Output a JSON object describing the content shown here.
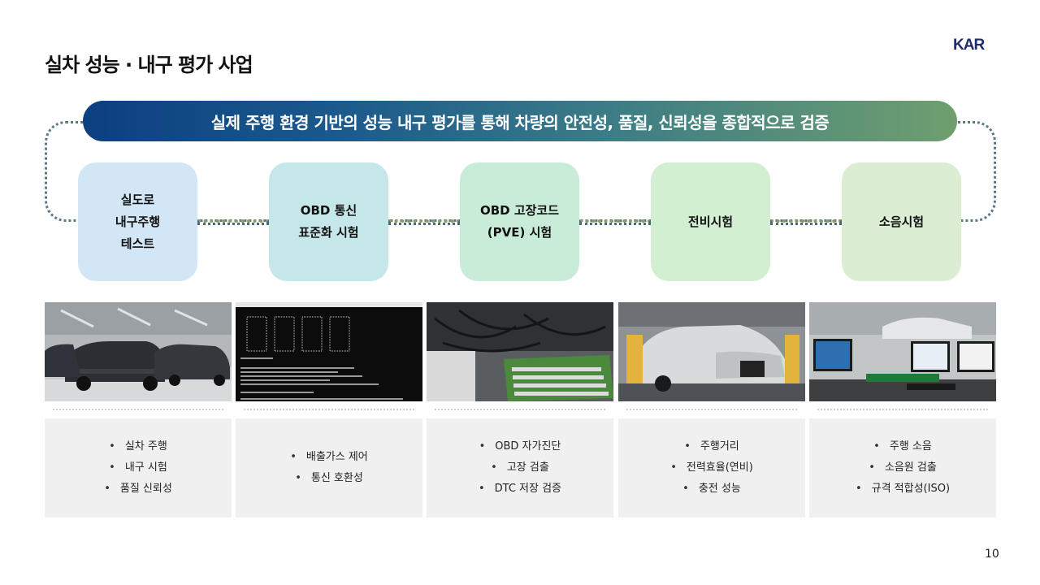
{
  "title": "실차 성능 · 내구 평가 사업",
  "logo": "KAR",
  "banner": "실제 주행 환경 기반의 성능 내구 평가를 통해 차량의 안전성, 품질, 신뢰성을 종합적으로 검증",
  "steps": [
    {
      "label": "실도로\n내구주행\n테스트",
      "color": "#d3e6f5"
    },
    {
      "label": "OBD 통신\n표준화 시험",
      "color": "#c6e7ea"
    },
    {
      "label": "OBD 고장코드\n(PVE) 시험",
      "color": "#c9ecd9"
    },
    {
      "label": "전비시험",
      "color": "#d2efd2"
    },
    {
      "label": "소음시험",
      "color": "#dbeed3"
    }
  ],
  "cards": [
    {
      "items": [
        "실차 주행",
        "내구 시험",
        "품질 신뢰성"
      ]
    },
    {
      "items": [
        "배출가스 제어",
        "통신 호환성"
      ]
    },
    {
      "items": [
        "OBD 자가진단",
        "고장 검출",
        "DTC 저장 검증"
      ]
    },
    {
      "items": [
        "주행거리",
        "전력효율(연비)",
        "충전 성능"
      ]
    },
    {
      "items": [
        "주행 소음",
        "소음원 검출",
        "규격 적합성(ISO)"
      ]
    }
  ],
  "page_number": "10"
}
